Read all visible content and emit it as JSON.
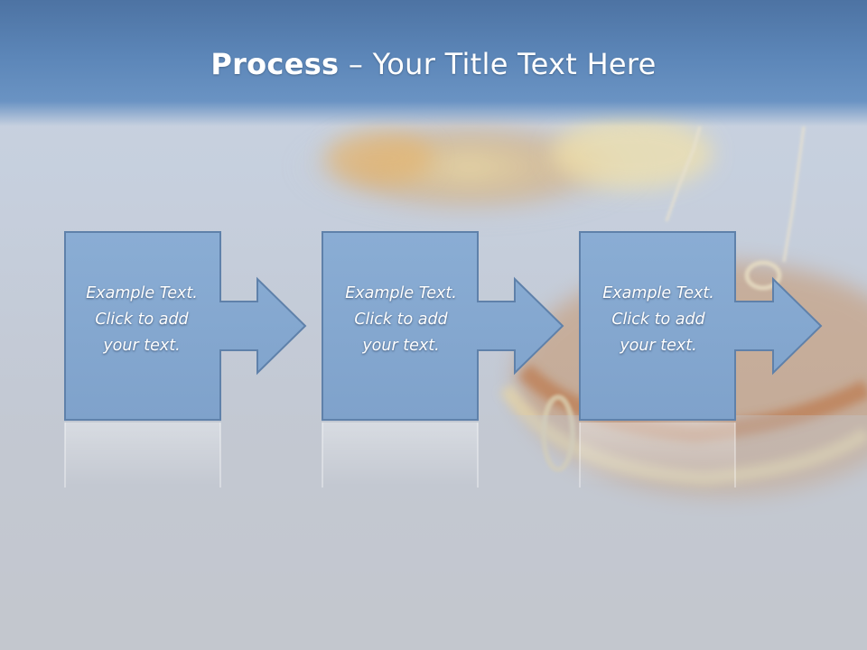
{
  "slide": {
    "title_strong": "Process",
    "title_rest": " – Your Title Text Here"
  },
  "steps": [
    {
      "line1": "Example Text.",
      "line2": "Click  to add",
      "line3": "your text."
    },
    {
      "line1": "Example Text.",
      "line2": "Click  to add",
      "line3": "your text."
    },
    {
      "line1": "Example Text.",
      "line2": "Click  to add",
      "line3": "your text."
    }
  ],
  "colors": {
    "box_fill": "#86a9d1",
    "box_stroke": "#5e7ea6",
    "title_band": "#5c86b8",
    "text": "#ffffff"
  }
}
